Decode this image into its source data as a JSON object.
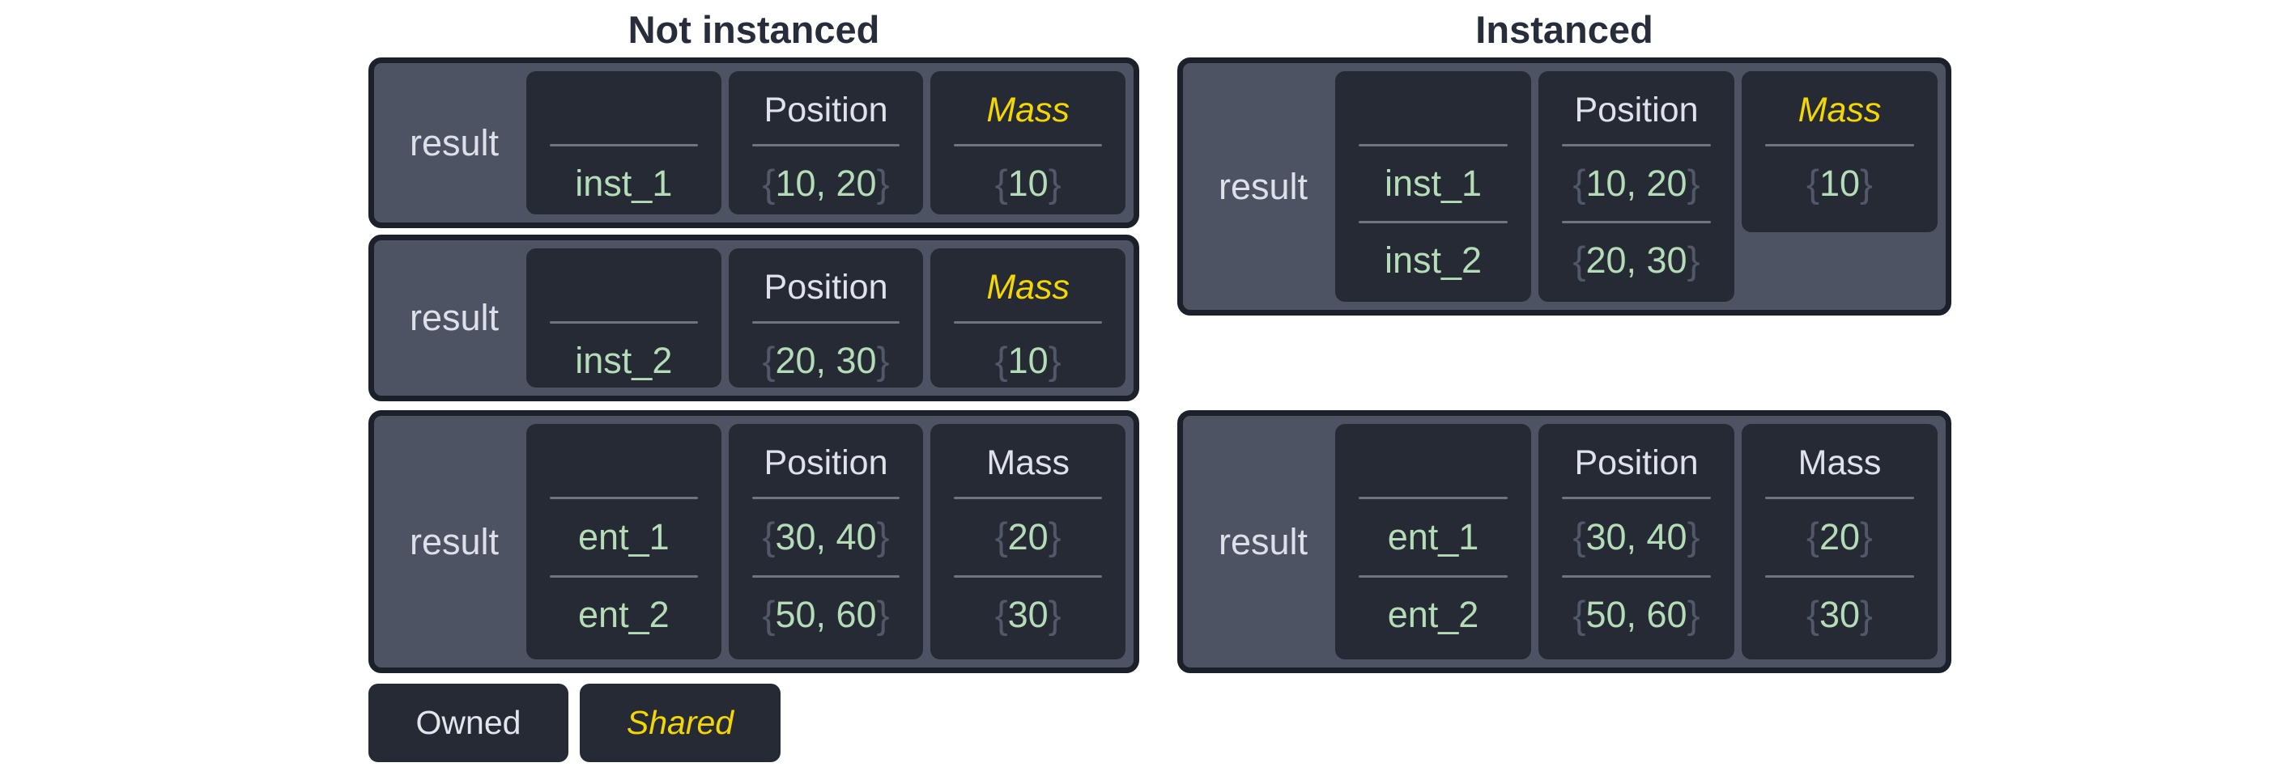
{
  "colors": {
    "page_bg": "#ffffff",
    "title_text": "#272d3a",
    "box_bg": "#4d5363",
    "box_border": "#1b202a",
    "cell_bg": "#262a34",
    "light_text": "#dfe2e9",
    "value_green": "#b4dcb7",
    "brace_gray": "#515868",
    "divider_gray": "#6f747e",
    "shared_yellow": "#f5d700"
  },
  "syntax": {
    "brace_open": "{",
    "brace_close": "}"
  },
  "sections": [
    {
      "title": "Not instanced",
      "tables": [
        {
          "row_label": "result",
          "columns": [
            {
              "header": "",
              "values": [
                "inst_1"
              ]
            },
            {
              "header": "Position",
              "values": [
                "10, 20"
              ]
            },
            {
              "header": "Mass",
              "shared": true,
              "values": [
                "10"
              ]
            }
          ]
        },
        {
          "row_label": "result",
          "columns": [
            {
              "header": "",
              "values": [
                "inst_2"
              ]
            },
            {
              "header": "Position",
              "values": [
                "20, 30"
              ]
            },
            {
              "header": "Mass",
              "shared": true,
              "values": [
                "10"
              ]
            }
          ]
        },
        {
          "row_label": "result",
          "columns": [
            {
              "header": "",
              "values": [
                "ent_1",
                "ent_2"
              ]
            },
            {
              "header": "Position",
              "values": [
                "30, 40",
                "50, 60"
              ]
            },
            {
              "header": "Mass",
              "shared": false,
              "values": [
                "20",
                "30"
              ]
            }
          ]
        }
      ]
    },
    {
      "title": "Instanced",
      "tables": [
        {
          "row_label": "result",
          "columns": [
            {
              "header": "",
              "values": [
                "inst_1",
                "inst_2"
              ]
            },
            {
              "header": "Position",
              "values": [
                "10, 20",
                "20, 30"
              ]
            },
            {
              "header": "Mass",
              "shared": true,
              "short": true,
              "values": [
                "10"
              ]
            }
          ]
        },
        {
          "row_label": "result",
          "columns": [
            {
              "header": "",
              "values": [
                "ent_1",
                "ent_2"
              ]
            },
            {
              "header": "Position",
              "values": [
                "30, 40",
                "50, 60"
              ]
            },
            {
              "header": "Mass",
              "shared": false,
              "values": [
                "20",
                "30"
              ]
            }
          ]
        }
      ]
    }
  ],
  "legend": {
    "owned": "Owned",
    "shared": "Shared"
  }
}
